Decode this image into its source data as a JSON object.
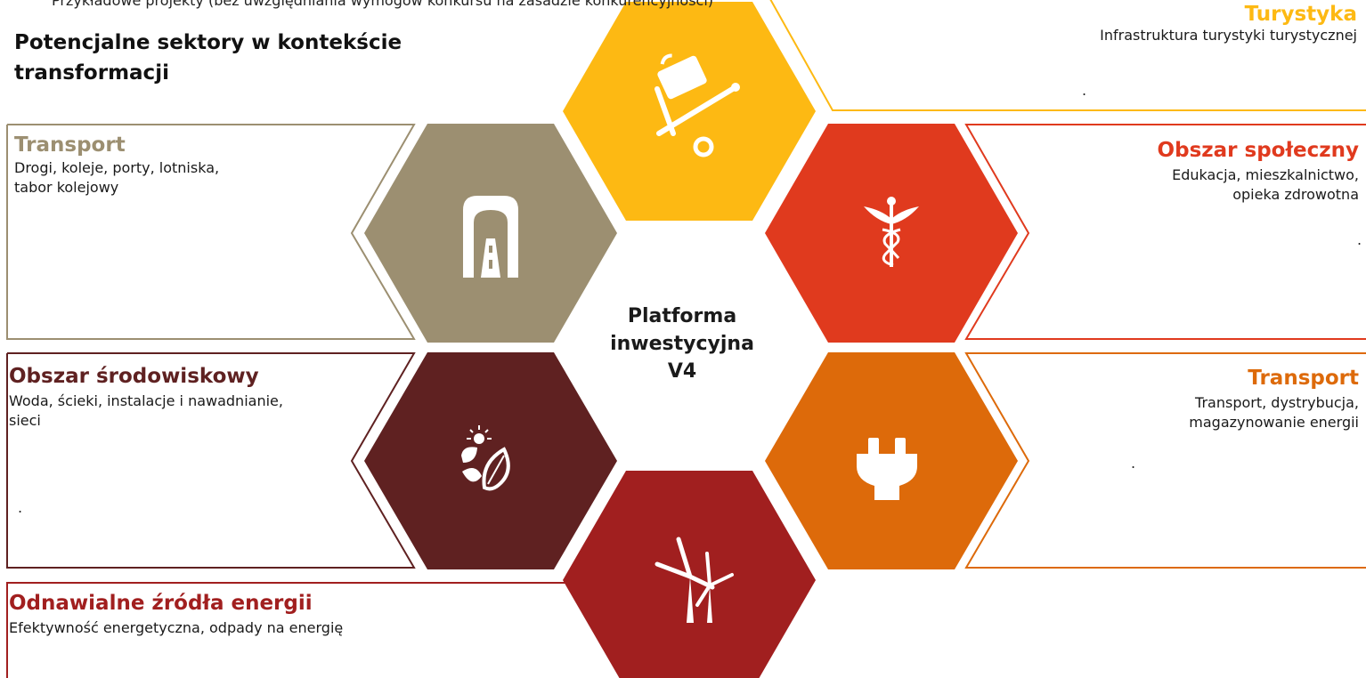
{
  "header": {
    "clipped_text": "Przykładowe projekty (bez uwzględniania wymogów konkursu na zasadzie konkurencyjności)",
    "title": "Potencjalne sektory w kontekście transformacji"
  },
  "center": {
    "label_line1": "Platforma",
    "label_line2": "inwestycyjna",
    "label_line3": "V4"
  },
  "colors": {
    "tourism": "#FDB913",
    "social": "#E03A1E",
    "energy_transport": "#DD6A0A",
    "renewables": "#A11F1F",
    "environment": "#5F2121",
    "transport": "#9C8F71"
  },
  "categories": {
    "tourism": {
      "title": "Turystyka",
      "desc": "Infrastruktura turystyki turystycznej",
      "icon": "luggage-cart-icon"
    },
    "social": {
      "title": "Obszar społeczny",
      "desc_line1": "Edukacja, mieszkalnictwo,",
      "desc_line2": "opieka zdrowotna",
      "icon": "caduceus-icon"
    },
    "energy_transport": {
      "title": "Transport",
      "desc_line1": "Transport, dystrybucja,",
      "desc_line2": "magazynowanie energii",
      "icon": "plug-icon"
    },
    "renewables": {
      "title": "Odnawialne źródła energii",
      "desc": "Efektywność energetyczna, odpady na energię",
      "icon": "wind-turbines-icon"
    },
    "environment": {
      "title": "Obszar środowiskowy",
      "desc_line1": "Woda, ścieki, instalacje i nawadnianie,",
      "desc_line2": "sieci",
      "icon": "sun-leaf-icon"
    },
    "transport": {
      "title": "Transport",
      "desc_line1": "Drogi, koleje, porty, lotniska,",
      "desc_line2": "tabor kolejowy",
      "icon": "road-tunnel-icon"
    }
  },
  "dots": "."
}
